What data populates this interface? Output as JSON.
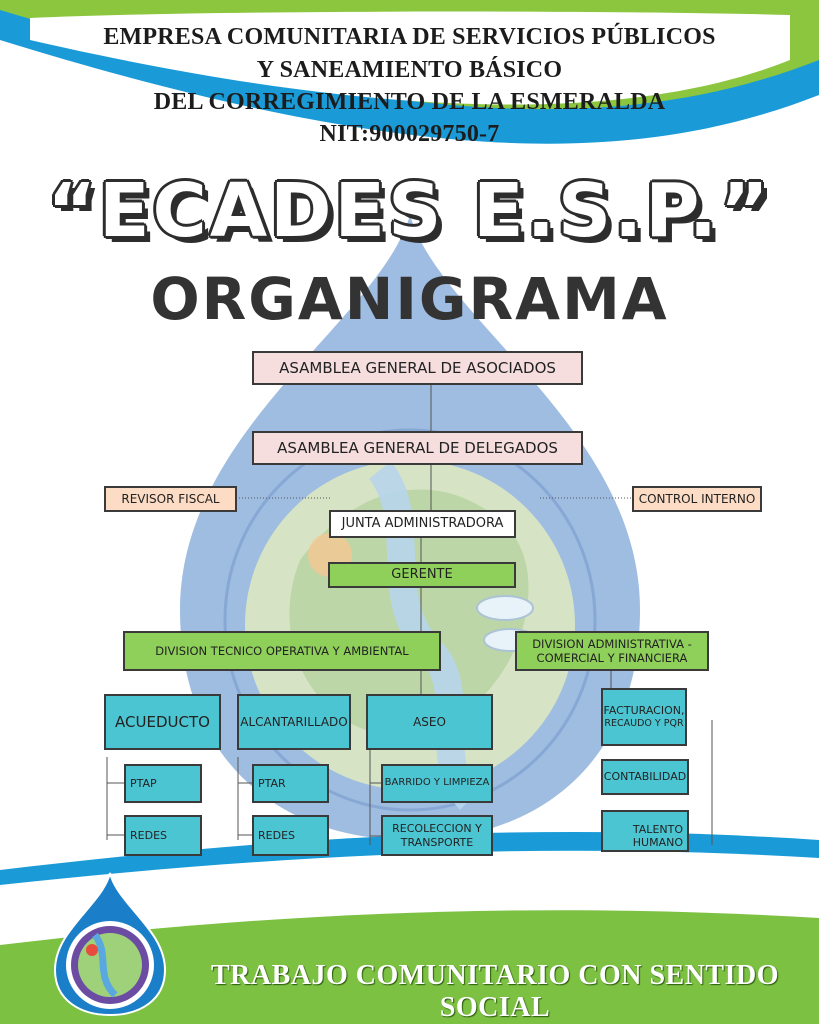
{
  "header": {
    "line1": "EMPRESA COMUNITARIA DE SERVICIOS PÚBLICOS",
    "line2": "Y SANEAMIENTO BÁSICO",
    "line3": "DEL CORREGIMIENTO DE LA ESMERALDA",
    "nit": "NIT:900029750-7"
  },
  "brand": "“ECADES E.S.P.”",
  "title": "ORGANIGRAMA",
  "chart": {
    "asamblea_asociados": "ASAMBLEA GENERAL DE ASOCIADOS",
    "asamblea_delegados": "ASAMBLEA GENERAL DE DELEGADOS",
    "revisor_fiscal": "REVISOR FISCAL",
    "control_interno": "CONTROL INTERNO",
    "junta": "JUNTA ADMINISTRADORA",
    "gerente": "GERENTE",
    "div_tecnica": "DIVISION TECNICO OPERATIVA Y AMBIENTAL",
    "div_admin_line1": "DIVISION ADMINISTRATIVA -",
    "div_admin_line2": "COMERCIAL Y FINANCIERA",
    "acueducto": "ACUEDUCTO",
    "alcantarillado": "ALCANTARILLADO",
    "aseo": "ASEO",
    "ptap": "PTAP",
    "redes_1": "REDES",
    "ptar": "PTAR",
    "redes_2": "REDES",
    "barrido": "BARRIDO Y LIMPIEZA",
    "recoleccion_line1": "RECOLECCION Y",
    "recoleccion_line2": "TRANSPORTE",
    "facturacion_line1": "FACTURACION,",
    "facturacion_line2": "RECAUDO Y PQR",
    "contabilidad": "CONTABILIDAD",
    "talento_line1": "TALENTO",
    "talento_line2": "HUMANO"
  },
  "slogan": "TRABAJO COMUNITARIO CON SENTIDO SOCIAL",
  "colors": {
    "band_blue": "#1a9bd7",
    "band_green": "#8cc63f",
    "drop_blue": "#6f9bd1",
    "box_pink": "#f6dede",
    "box_peach": "#fcdcc4",
    "box_green": "#8fd05a",
    "box_teal": "#4cc5d2"
  }
}
